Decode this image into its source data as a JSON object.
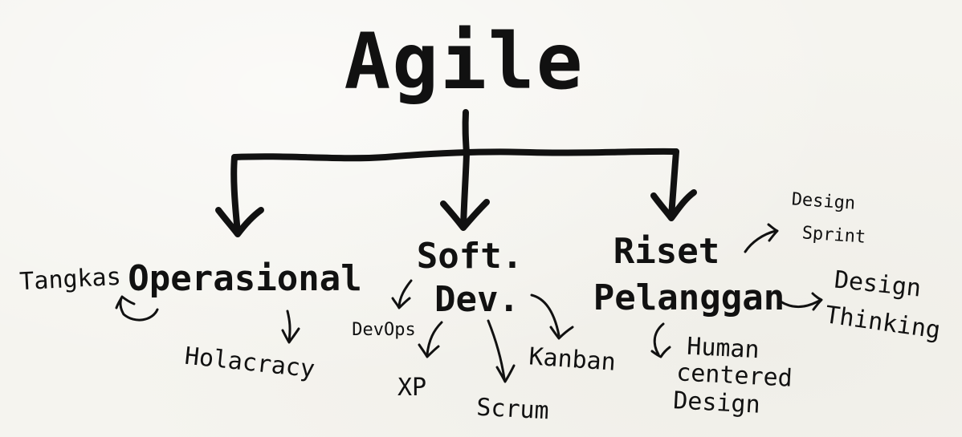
{
  "title": "Agile",
  "branches": {
    "operasional": {
      "label": "Operasional",
      "items": [
        "Tangkas",
        "Holacracy"
      ]
    },
    "software": {
      "label_line1": "Soft.",
      "label_line2": "Dev.",
      "items": [
        "DevOps",
        "XP",
        "Scrum",
        "Kanban"
      ]
    },
    "riset": {
      "label_line1": "Riset",
      "label_line2": "Pelanggan",
      "items": {
        "design_sprint": [
          "Design",
          "Sprint"
        ],
        "design_thinking": [
          "Design",
          "Thinking"
        ],
        "human_centered": [
          "Human",
          "centered",
          "Design"
        ]
      }
    }
  }
}
